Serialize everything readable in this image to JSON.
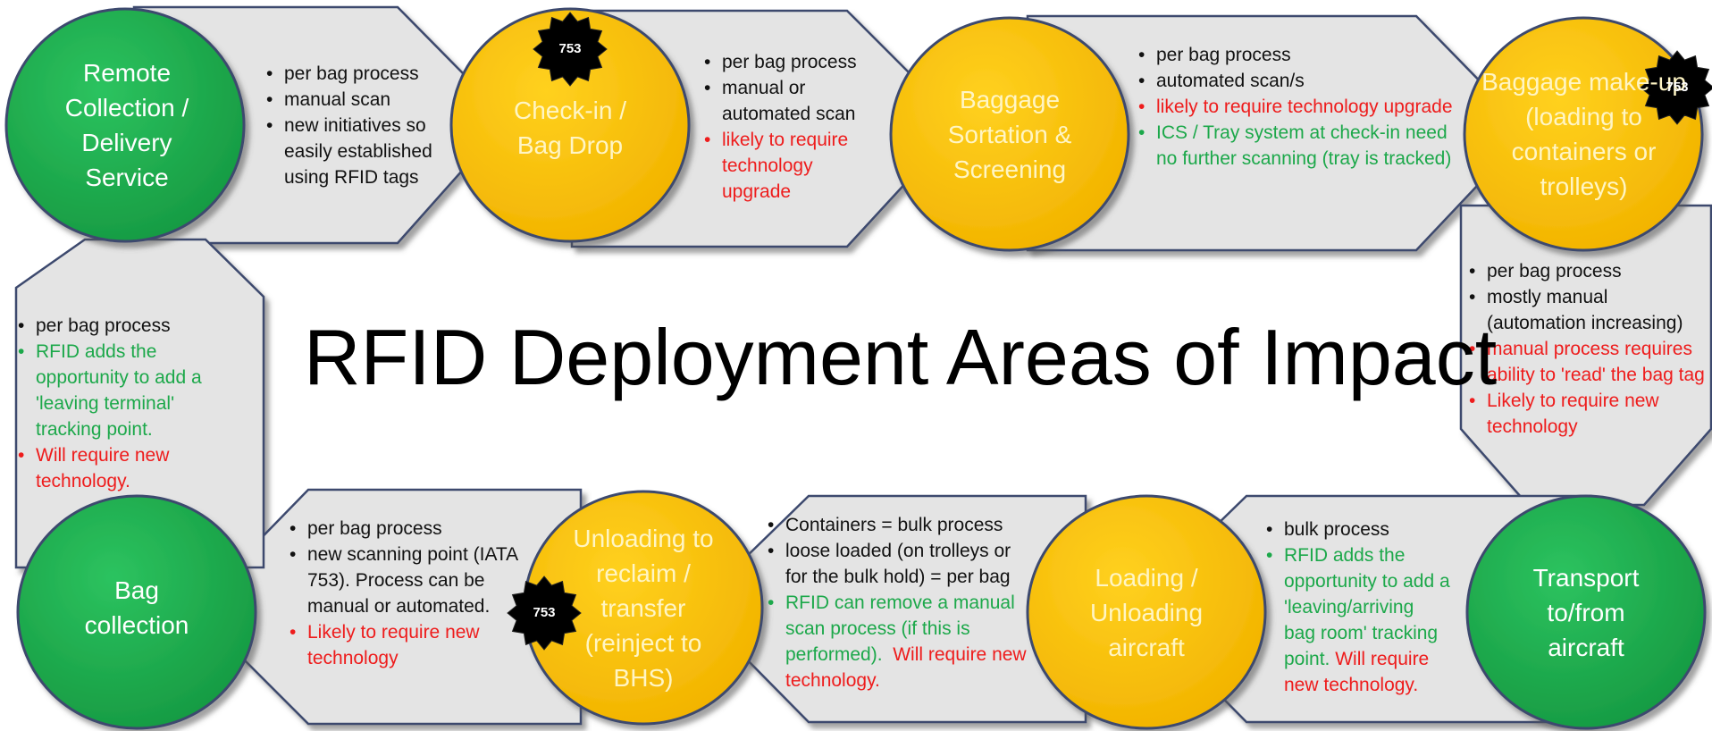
{
  "title": "RFID Deployment Areas of Impact",
  "colors": {
    "green": "#1fae4f",
    "yellow": "#ffc505",
    "red": "#ee1c1c",
    "greenText": "#1ca84a",
    "box": "#e4e4e4",
    "border": "#3c4a6e"
  },
  "steps": {
    "remote": {
      "label": "Remote Collection / Delivery Service"
    },
    "checkin": {
      "label": "Check-in / Bag Drop"
    },
    "sortation": {
      "label": "Baggage Sortation & Screening"
    },
    "makeup": {
      "label": "Baggage make-up (loading to containers or trolleys)"
    },
    "transport": {
      "label": "Transport to/from aircraft"
    },
    "loading": {
      "label": "Loading / Unloading aircraft"
    },
    "unloading": {
      "label": "Unloading to reclaim / transfer (reinject to BHS)"
    },
    "collection": {
      "label": "Bag collection"
    }
  },
  "badges": {
    "b1": "753",
    "b2": "753",
    "b3": "753"
  },
  "notes": {
    "remote": {
      "b1": "per bag process",
      "b2": "manual scan",
      "b3": "new initiatives so easily established using RFID tags"
    },
    "checkin": {
      "b1": "per bag process",
      "b2": "manual or automated scan",
      "b3": "likely to require technology upgrade"
    },
    "sortation": {
      "b1": "per bag process",
      "b2": "automated scan/s",
      "b3": "likely to require technology upgrade",
      "b4": "ICS / Tray system at check-in need no further scanning (tray is tracked)"
    },
    "makeup": {
      "b1": "per bag process",
      "b2": "mostly manual (automation increasing)",
      "b3": "manual process requires ability to 'read' the bag tag",
      "b4": "Likely to require new technology"
    },
    "transport": {
      "b1": "bulk process",
      "b2_green": "RFID adds the opportunity to add a 'leaving/arriving bag room' tracking point.",
      "b2_red": "Will require new technology."
    },
    "loading": {
      "b1": "Containers = bulk process",
      "b2": "loose loaded (on trolleys or for the bulk hold) = per bag",
      "b3_green": "RFID can remove a manual scan process (if this is performed).",
      "b3_red": "Will require new technology."
    },
    "unloading": {
      "b1": "per bag process",
      "b2": "new scanning point (IATA 753). Process can be manual or automated.",
      "b3": "Likely to require new technology"
    },
    "collection": {
      "b1": "per bag process",
      "b2": "RFID adds the opportunity to add a 'leaving terminal' tracking point.",
      "b3": "Will require new technology."
    }
  }
}
